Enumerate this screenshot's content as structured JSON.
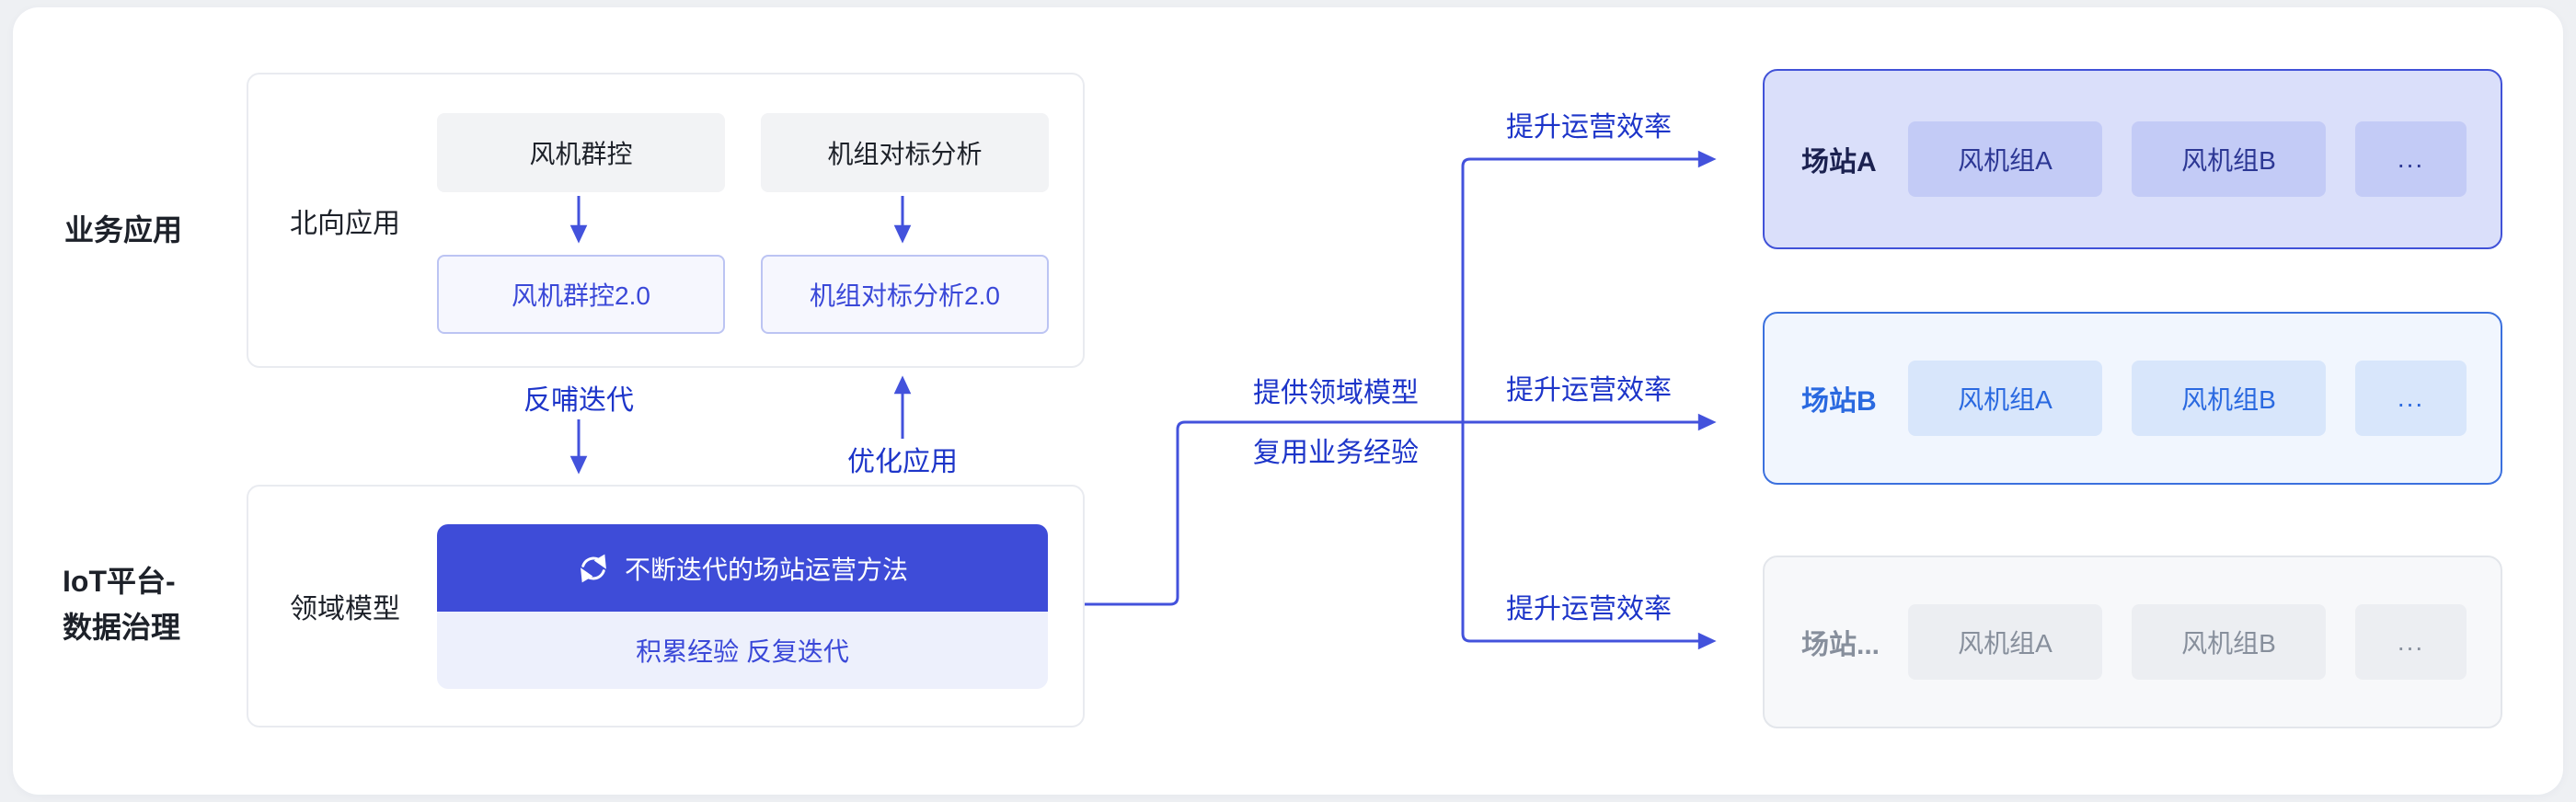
{
  "colors": {
    "primary_indigo": "#3e4cd8",
    "arrow_blue": "#4352dc",
    "flow_label_blue": "#1d35c9",
    "station_a_border": "#4152d8",
    "station_b_blue": "#2a69e0",
    "gray_text": "#878f9c",
    "page_bg": "#eef0f3"
  },
  "left_labels": {
    "business_app": "业务应用",
    "iot_line1": "IoT平台-",
    "iot_line2": "数据治理"
  },
  "northbound": {
    "label": "北向应用",
    "apps": [
      {
        "name": "风机群控",
        "upgraded": "风机群控2.0"
      },
      {
        "name": "机组对标分析",
        "upgraded": "机组对标分析2.0"
      }
    ]
  },
  "domain_model": {
    "label": "领域模型",
    "method": "不断迭代的场站运营方法",
    "subtitle": "积累经验 反复迭代"
  },
  "flow_labels": {
    "feedback": "反哺迭代",
    "optimize": "优化应用",
    "provide_model": "提供领域模型",
    "reuse_experience": "复用业务经验",
    "improve_efficiency": "提升运营效率"
  },
  "icons": {
    "cycle_icon": "refresh-cycle-arrows"
  },
  "stations": [
    {
      "name": "场站A",
      "groups": [
        "风机组A",
        "风机组B",
        "..."
      ]
    },
    {
      "name": "场站B",
      "groups": [
        "风机组A",
        "风机组B",
        "..."
      ]
    },
    {
      "name": "场站...",
      "groups": [
        "风机组A",
        "风机组B",
        "..."
      ]
    }
  ]
}
